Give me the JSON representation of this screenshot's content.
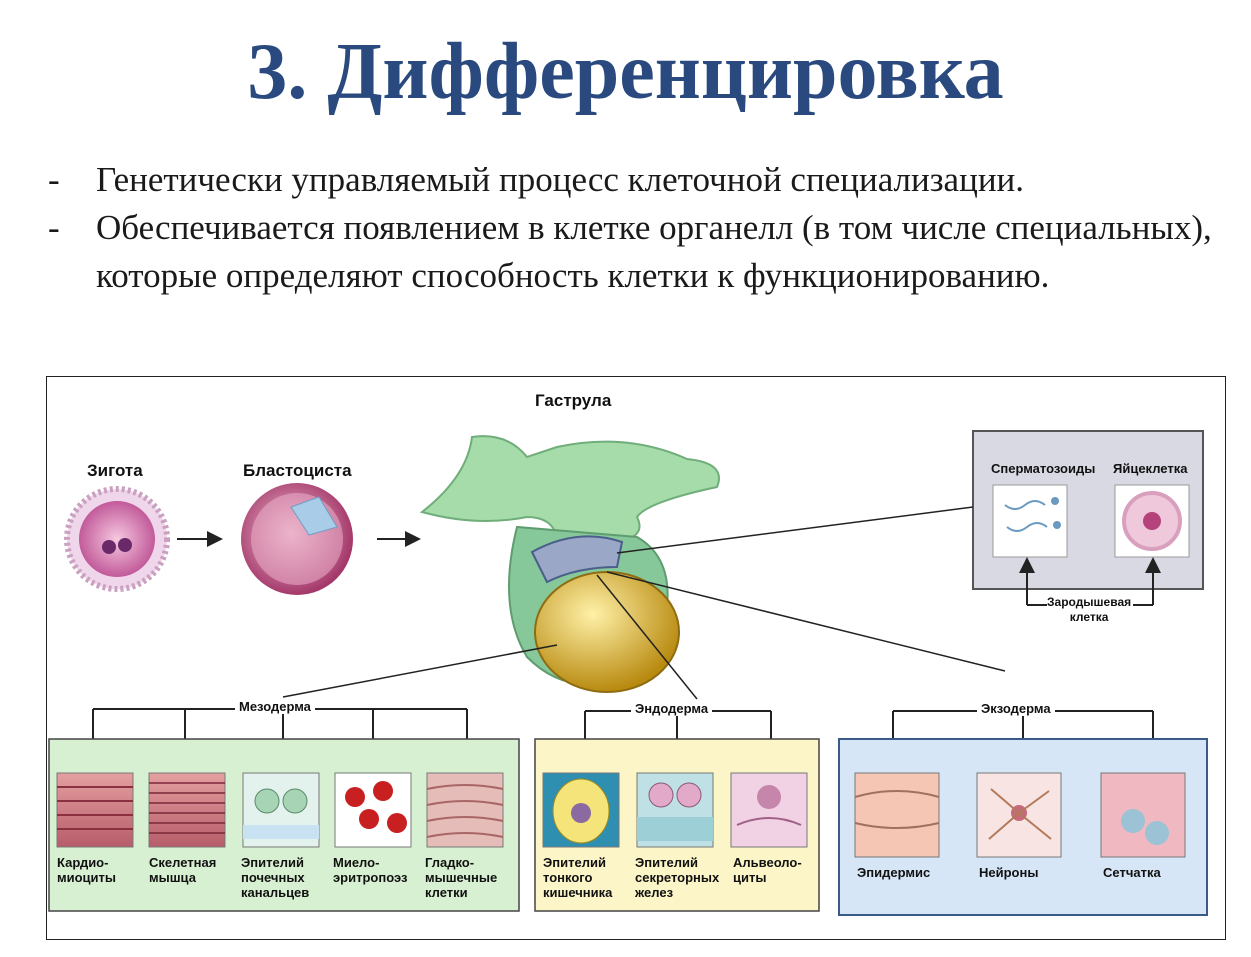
{
  "title": "3. Дифференцировка",
  "bullets": [
    "Генетически управляемый процесс клеточной специализации.",
    "Обеспечивается появлением в клетке органелл (в том числе специальных), которые определяют способность клетки к функционированию."
  ],
  "bullet_marker": "-",
  "diagram": {
    "stages": {
      "zygote": "Зигота",
      "blastocyst": "Бластоциста",
      "gastrula": "Гаструла"
    },
    "germ_line": {
      "sperm": "Сперматозоиды",
      "egg": "Яйцеклетка",
      "germ_cell": "Зародышевая\nклетка"
    },
    "layers": {
      "mesoderm": {
        "name": "Мезодерма",
        "cells": [
          "Кардио-\nмиоциты",
          "Скелетная\nмышца",
          "Эпителий\nпочечных\nканальцев",
          "Миело-\nэритропоэз",
          "Гладко-\nмышечные\nклетки"
        ]
      },
      "endoderm": {
        "name": "Эндодерма",
        "cells": [
          "Эпителий\nтонкого\nкишечника",
          "Эпителий\nсекреторных\nжелез",
          "Альвеоло-\nциты"
        ]
      },
      "ectoderm": {
        "name": "Экзодерма",
        "cells": [
          "Эпидермис",
          "Нейроны",
          "Сетчатка"
        ]
      }
    },
    "colors": {
      "title": "#2a4a7f",
      "mesoderm_panel": "#d8f0d2",
      "endoderm_panel": "#fbf5c8",
      "ectoderm_panel": "#d6e6f6",
      "germ_panel": "#d9d9e3",
      "gastrula": "#8fd0a0",
      "yolk": "#e0b934"
    }
  }
}
